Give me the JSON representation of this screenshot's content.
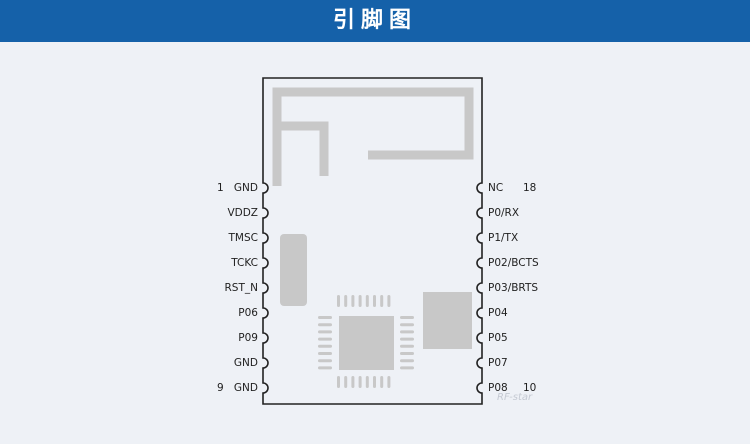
{
  "header": {
    "title": "引脚图"
  },
  "pins_left": [
    {
      "num": "1",
      "name": "GND"
    },
    {
      "num": "",
      "name": "VDDZ"
    },
    {
      "num": "",
      "name": "TMSC"
    },
    {
      "num": "",
      "name": "TCKC"
    },
    {
      "num": "",
      "name": "RST_N"
    },
    {
      "num": "",
      "name": "P06"
    },
    {
      "num": "",
      "name": "P09"
    },
    {
      "num": "",
      "name": "GND"
    },
    {
      "num": "9",
      "name": "GND"
    }
  ],
  "pins_right": [
    {
      "num": "18",
      "name": "NC"
    },
    {
      "num": "",
      "name": "P0/RX"
    },
    {
      "num": "",
      "name": "P1/TX"
    },
    {
      "num": "",
      "name": "P02/BCTS"
    },
    {
      "num": "",
      "name": "P03/BRTS"
    },
    {
      "num": "",
      "name": "P04"
    },
    {
      "num": "",
      "name": "P05"
    },
    {
      "num": "",
      "name": "P07"
    },
    {
      "num": "10",
      "name": "P08"
    }
  ],
  "watermark": "RF-star"
}
